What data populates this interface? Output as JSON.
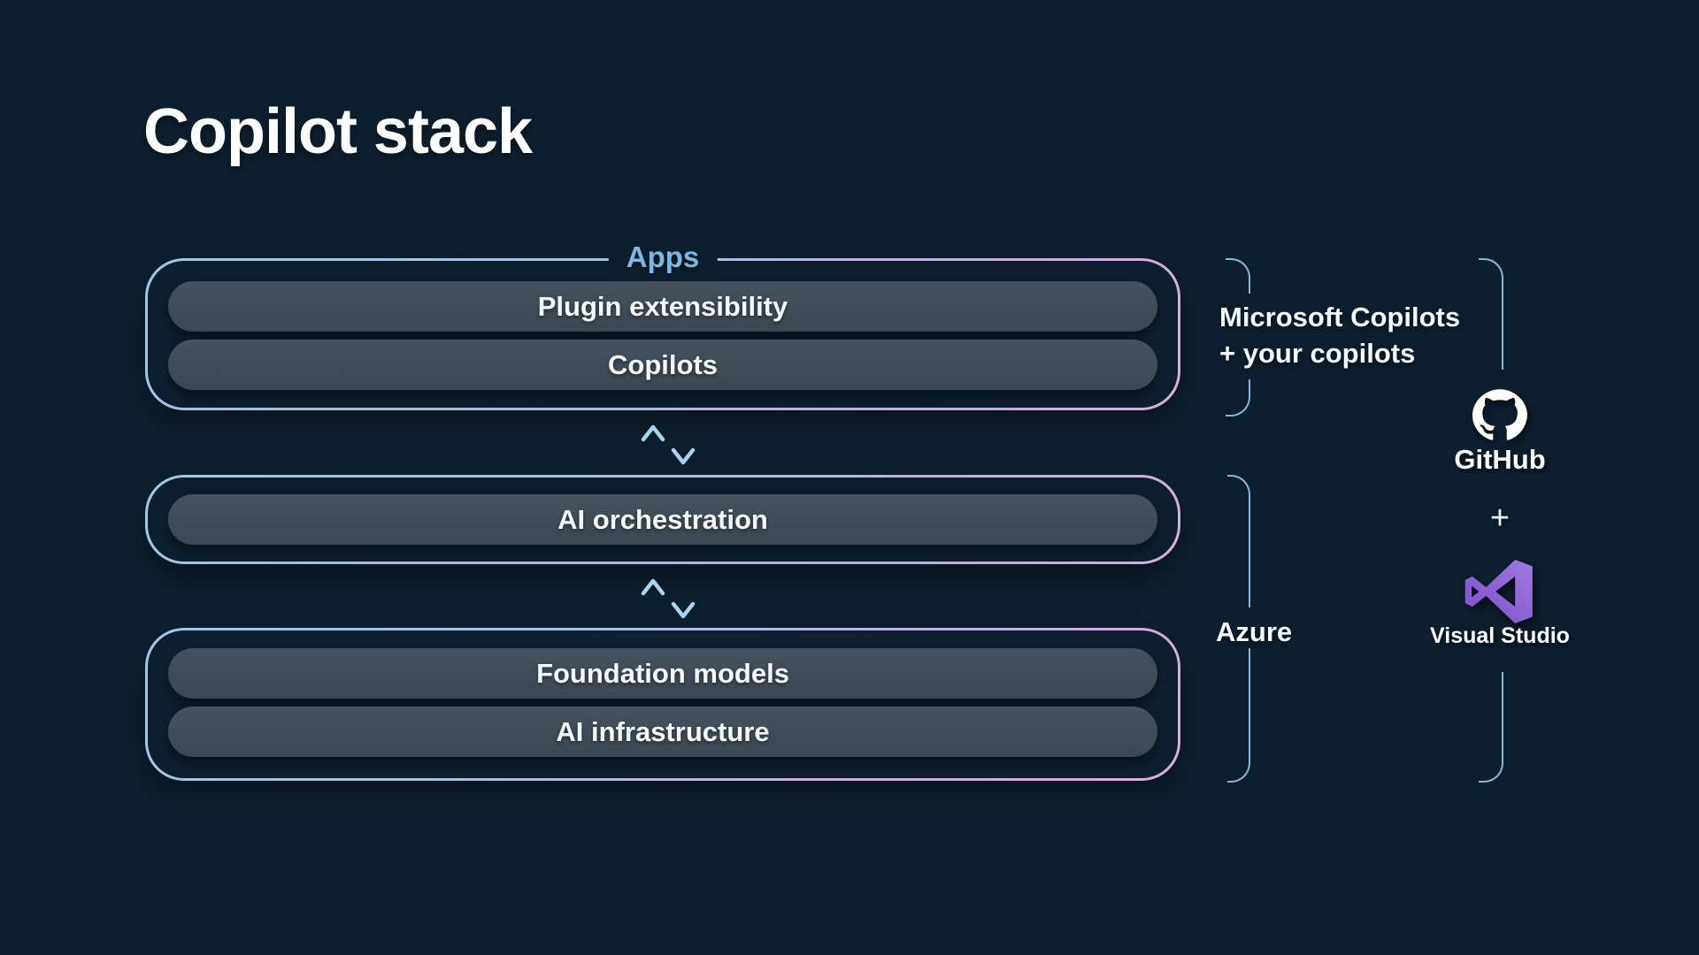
{
  "title": "Copilot stack",
  "stack": {
    "groups": [
      {
        "label": "Apps",
        "pills": [
          "Plugin extensibility",
          "Copilots"
        ]
      },
      {
        "pills": [
          "AI orchestration"
        ]
      },
      {
        "pills": [
          "Foundation models",
          "AI infrastructure"
        ]
      }
    ]
  },
  "annotations": {
    "copilots_line1": "Microsoft Copilots",
    "copilots_line2": "+ your copilots",
    "azure": "Azure"
  },
  "tools": {
    "github": "GitHub",
    "plus": "+",
    "visual_studio": "Visual Studio"
  },
  "colors": {
    "background": "#0d1f2e",
    "pill": "#3d4a55",
    "apps_label_blue": "#7ab9e5",
    "bracket_blue": "#84b8dc",
    "border_gradient_start": "#9ccbea",
    "border_gradient_end": "#ddaede",
    "arrow_blue": "#9ed0ee",
    "arrow_pink": "#d6abd4",
    "visual_studio_purple": "#8d63d6"
  }
}
